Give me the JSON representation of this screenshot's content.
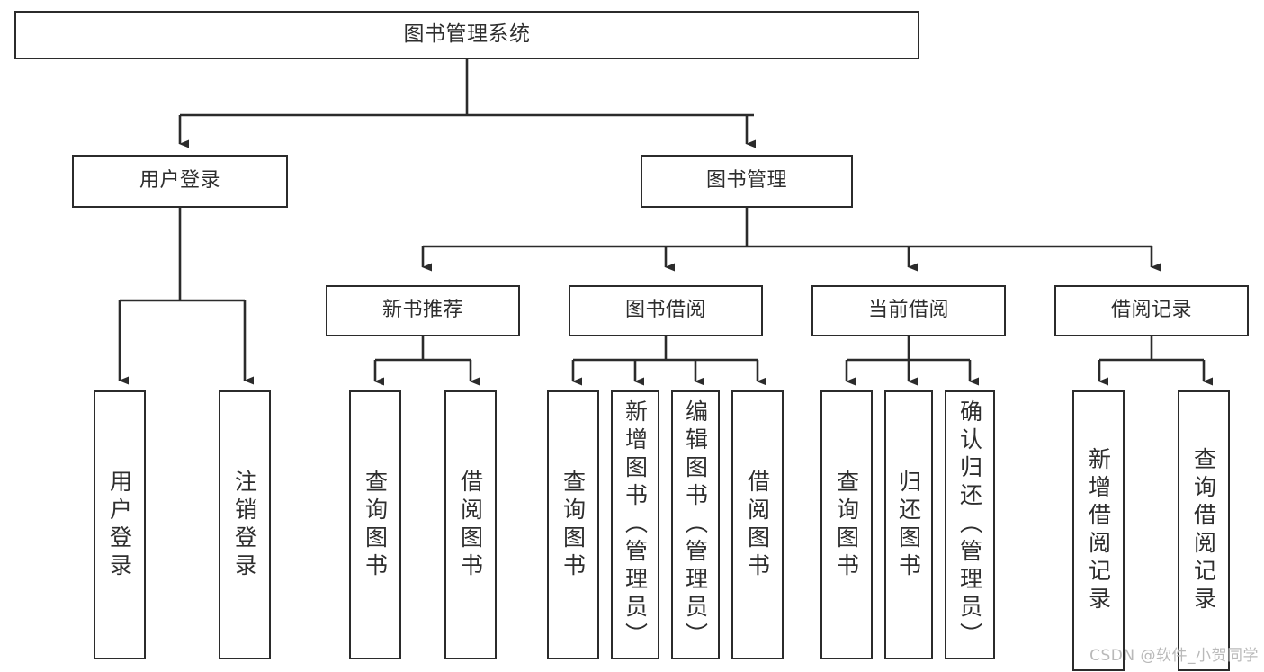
{
  "diagram": {
    "title": "图书管理系统",
    "type": "tree",
    "watermark": "CSDN @软件_小贺同学",
    "colors": {
      "background": "#ffffff",
      "box_border": "#2b2b2b",
      "box_fill": "#ffffff",
      "text": "#2e2e2e",
      "connector": "#2b2b2b",
      "watermark": "#b9b9b9"
    },
    "nodes": {
      "root": {
        "label": "图书管理系统",
        "orientation": "horizontal"
      },
      "level2": [
        {
          "id": "user-login",
          "label": "用户登录",
          "orientation": "horizontal"
        },
        {
          "id": "book-manage",
          "label": "图书管理",
          "orientation": "horizontal"
        }
      ],
      "level3": [
        {
          "id": "new-book-rec",
          "label": "新书推荐",
          "orientation": "horizontal"
        },
        {
          "id": "book-borrow",
          "label": "图书借阅",
          "orientation": "horizontal"
        },
        {
          "id": "current-borrow",
          "label": "当前借阅",
          "orientation": "horizontal"
        },
        {
          "id": "borrow-record",
          "label": "借阅记录",
          "orientation": "horizontal"
        }
      ],
      "leaves": [
        {
          "id": "leaf-user-login",
          "parent": "user-login",
          "label": "用户登录",
          "orientation": "vertical"
        },
        {
          "id": "leaf-logout",
          "parent": "user-login",
          "label": "注销登录",
          "orientation": "vertical"
        },
        {
          "id": "leaf-query-book-1",
          "parent": "new-book-rec",
          "label": "查询图书",
          "orientation": "vertical"
        },
        {
          "id": "leaf-borrow-book-1",
          "parent": "new-book-rec",
          "label": "借阅图书",
          "orientation": "vertical"
        },
        {
          "id": "leaf-query-book-2",
          "parent": "book-borrow",
          "label": "查询图书",
          "orientation": "vertical"
        },
        {
          "id": "leaf-add-book",
          "parent": "book-borrow",
          "label": "新增图书（管理员）",
          "orientation": "vertical"
        },
        {
          "id": "leaf-edit-book",
          "parent": "book-borrow",
          "label": "编辑图书（管理员）",
          "orientation": "vertical"
        },
        {
          "id": "leaf-borrow-book-2",
          "parent": "book-borrow",
          "label": "借阅图书",
          "orientation": "vertical"
        },
        {
          "id": "leaf-query-book-3",
          "parent": "current-borrow",
          "label": "查询图书",
          "orientation": "vertical"
        },
        {
          "id": "leaf-return-book",
          "parent": "current-borrow",
          "label": "归还图书",
          "orientation": "vertical"
        },
        {
          "id": "leaf-confirm-return",
          "parent": "current-borrow",
          "label": "确认归还（管理员）",
          "orientation": "vertical"
        },
        {
          "id": "leaf-add-record",
          "parent": "borrow-record",
          "label": "新增借阅记录",
          "orientation": "vertical"
        },
        {
          "id": "leaf-query-record",
          "parent": "borrow-record",
          "label": "查询借阅记录",
          "orientation": "vertical"
        }
      ]
    }
  }
}
